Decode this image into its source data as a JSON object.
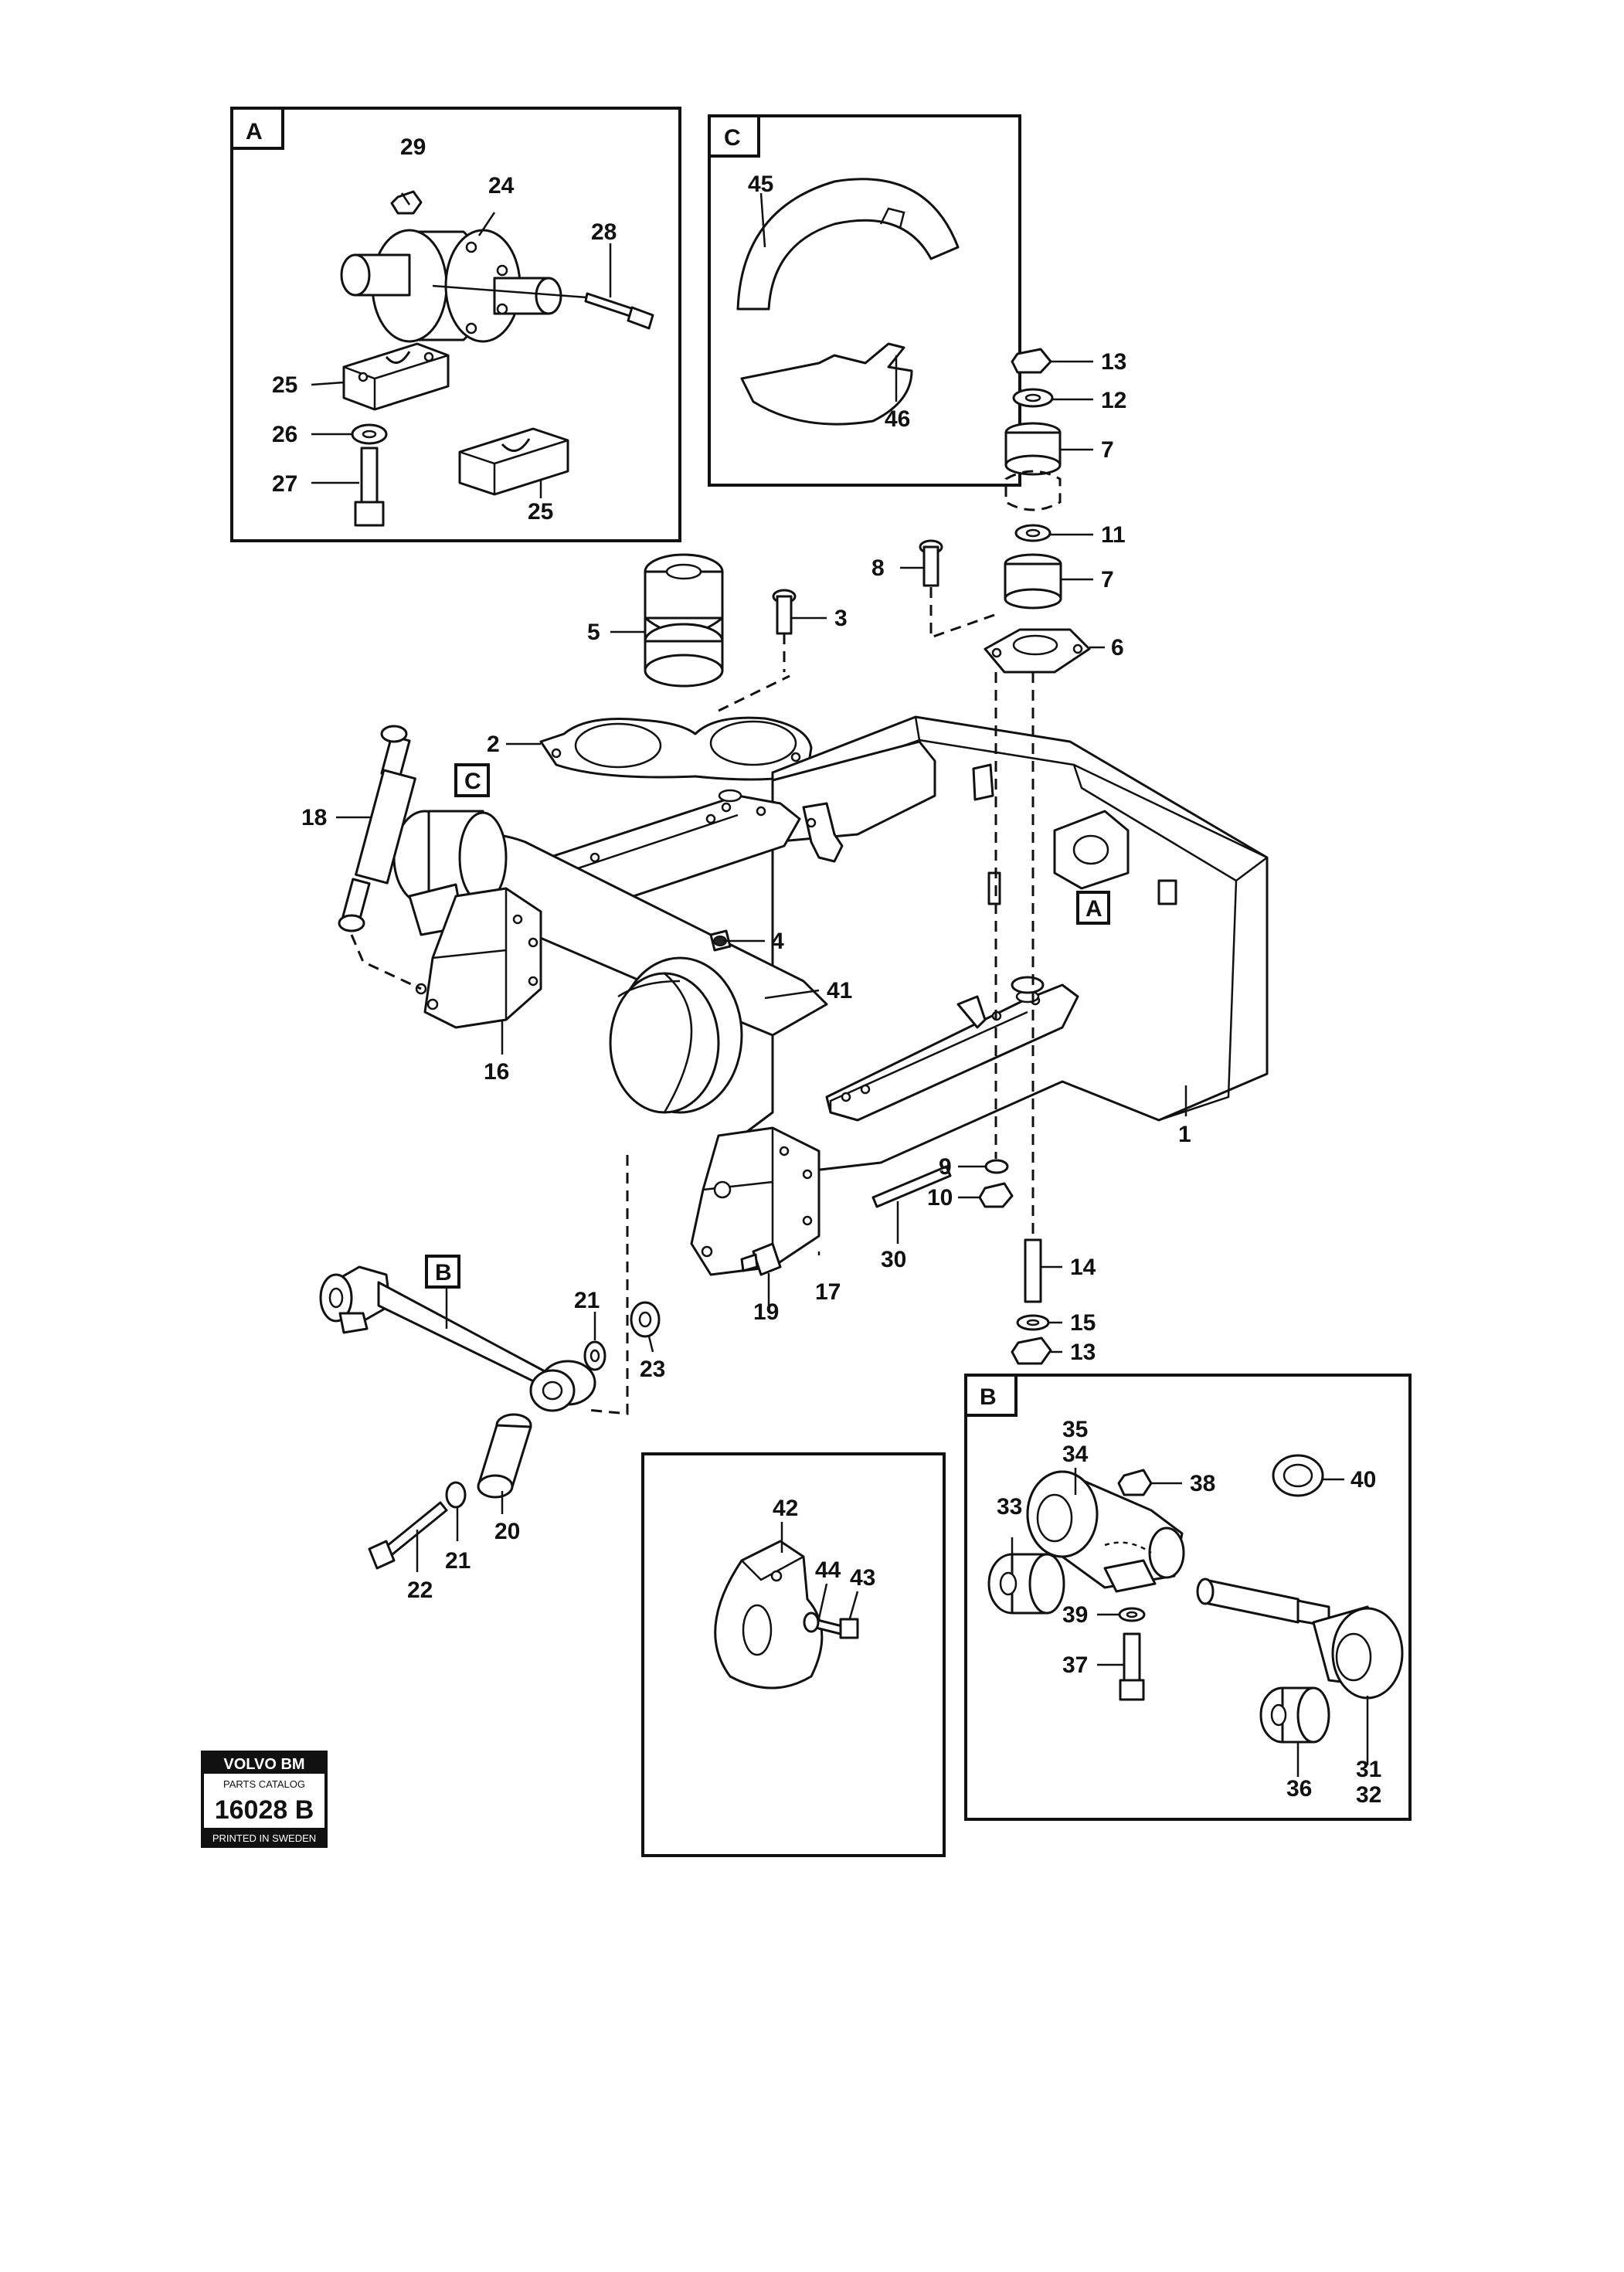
{
  "inset_labels": {
    "a": "A",
    "b": "B",
    "c": "C"
  },
  "callouts": {
    "frame": "C",
    "mount_a": "A",
    "rod_b": "B"
  },
  "stamp": {
    "brand": "VOLVO BM",
    "subtitle": "PARTS CATALOG",
    "number": "16028 B",
    "footer": "PRINTED IN SWEDEN"
  },
  "part_numbers": {
    "p1": "1",
    "p2": "2",
    "p3": "3",
    "p4": "4",
    "p5": "5",
    "p6": "6",
    "p7a": "7",
    "p7b": "7",
    "p8": "8",
    "p9": "9",
    "p10": "10",
    "p11": "11",
    "p12": "12",
    "p13a": "13",
    "p13b": "13",
    "p14": "14",
    "p15": "15",
    "p16": "16",
    "p17": "17",
    "p18": "18",
    "p19": "19",
    "p20": "20",
    "p21a": "21",
    "p21b": "21",
    "p22": "22",
    "p23": "23",
    "p24": "24",
    "p25a": "25",
    "p25b": "25",
    "p26": "26",
    "p27": "27",
    "p28": "28",
    "p29": "29",
    "p30": "30",
    "p31": "31",
    "p32": "32",
    "p33": "33",
    "p34": "34",
    "p35": "35",
    "p36": "36",
    "p37": "37",
    "p38": "38",
    "p39": "39",
    "p40": "40",
    "p41": "41",
    "p42": "42",
    "p43": "43",
    "p44": "44",
    "p45": "45",
    "p46": "46"
  }
}
